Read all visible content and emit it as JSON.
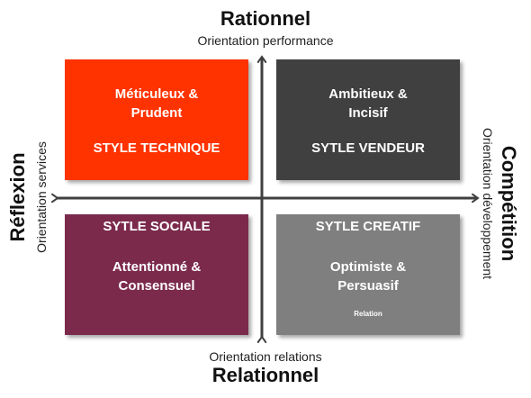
{
  "axes": {
    "top": {
      "title": "Rationnel",
      "subtitle": "Orientation performance"
    },
    "bottom": {
      "title": "Relationnel",
      "subtitle": "Orientation relations"
    },
    "left": {
      "title": "Réflexion",
      "subtitle": "Orientation services"
    },
    "right": {
      "title": "Compétition",
      "subtitle": "Orientation développement"
    }
  },
  "quadrants": {
    "top_left": {
      "line1": "Méticuleux &",
      "line2": "Prudent",
      "style": "STYLE TECHNIQUE",
      "color": "#ff3300"
    },
    "top_right": {
      "line1": "Ambitieux &",
      "line2": "Incisif",
      "style": "SYTLE VENDEUR",
      "color": "#404040"
    },
    "bottom_left": {
      "style": "SYTLE SOCIALE",
      "line1": "Attentionné &",
      "line2": "Consensuel",
      "color": "#7b2a4c"
    },
    "bottom_right": {
      "style": "SYTLE CREATIF",
      "line1": "Optimiste &",
      "line2": "Persuasif",
      "note": "Relation",
      "color": "#7f7f7f"
    }
  },
  "colors": {
    "axis": "#404040"
  }
}
